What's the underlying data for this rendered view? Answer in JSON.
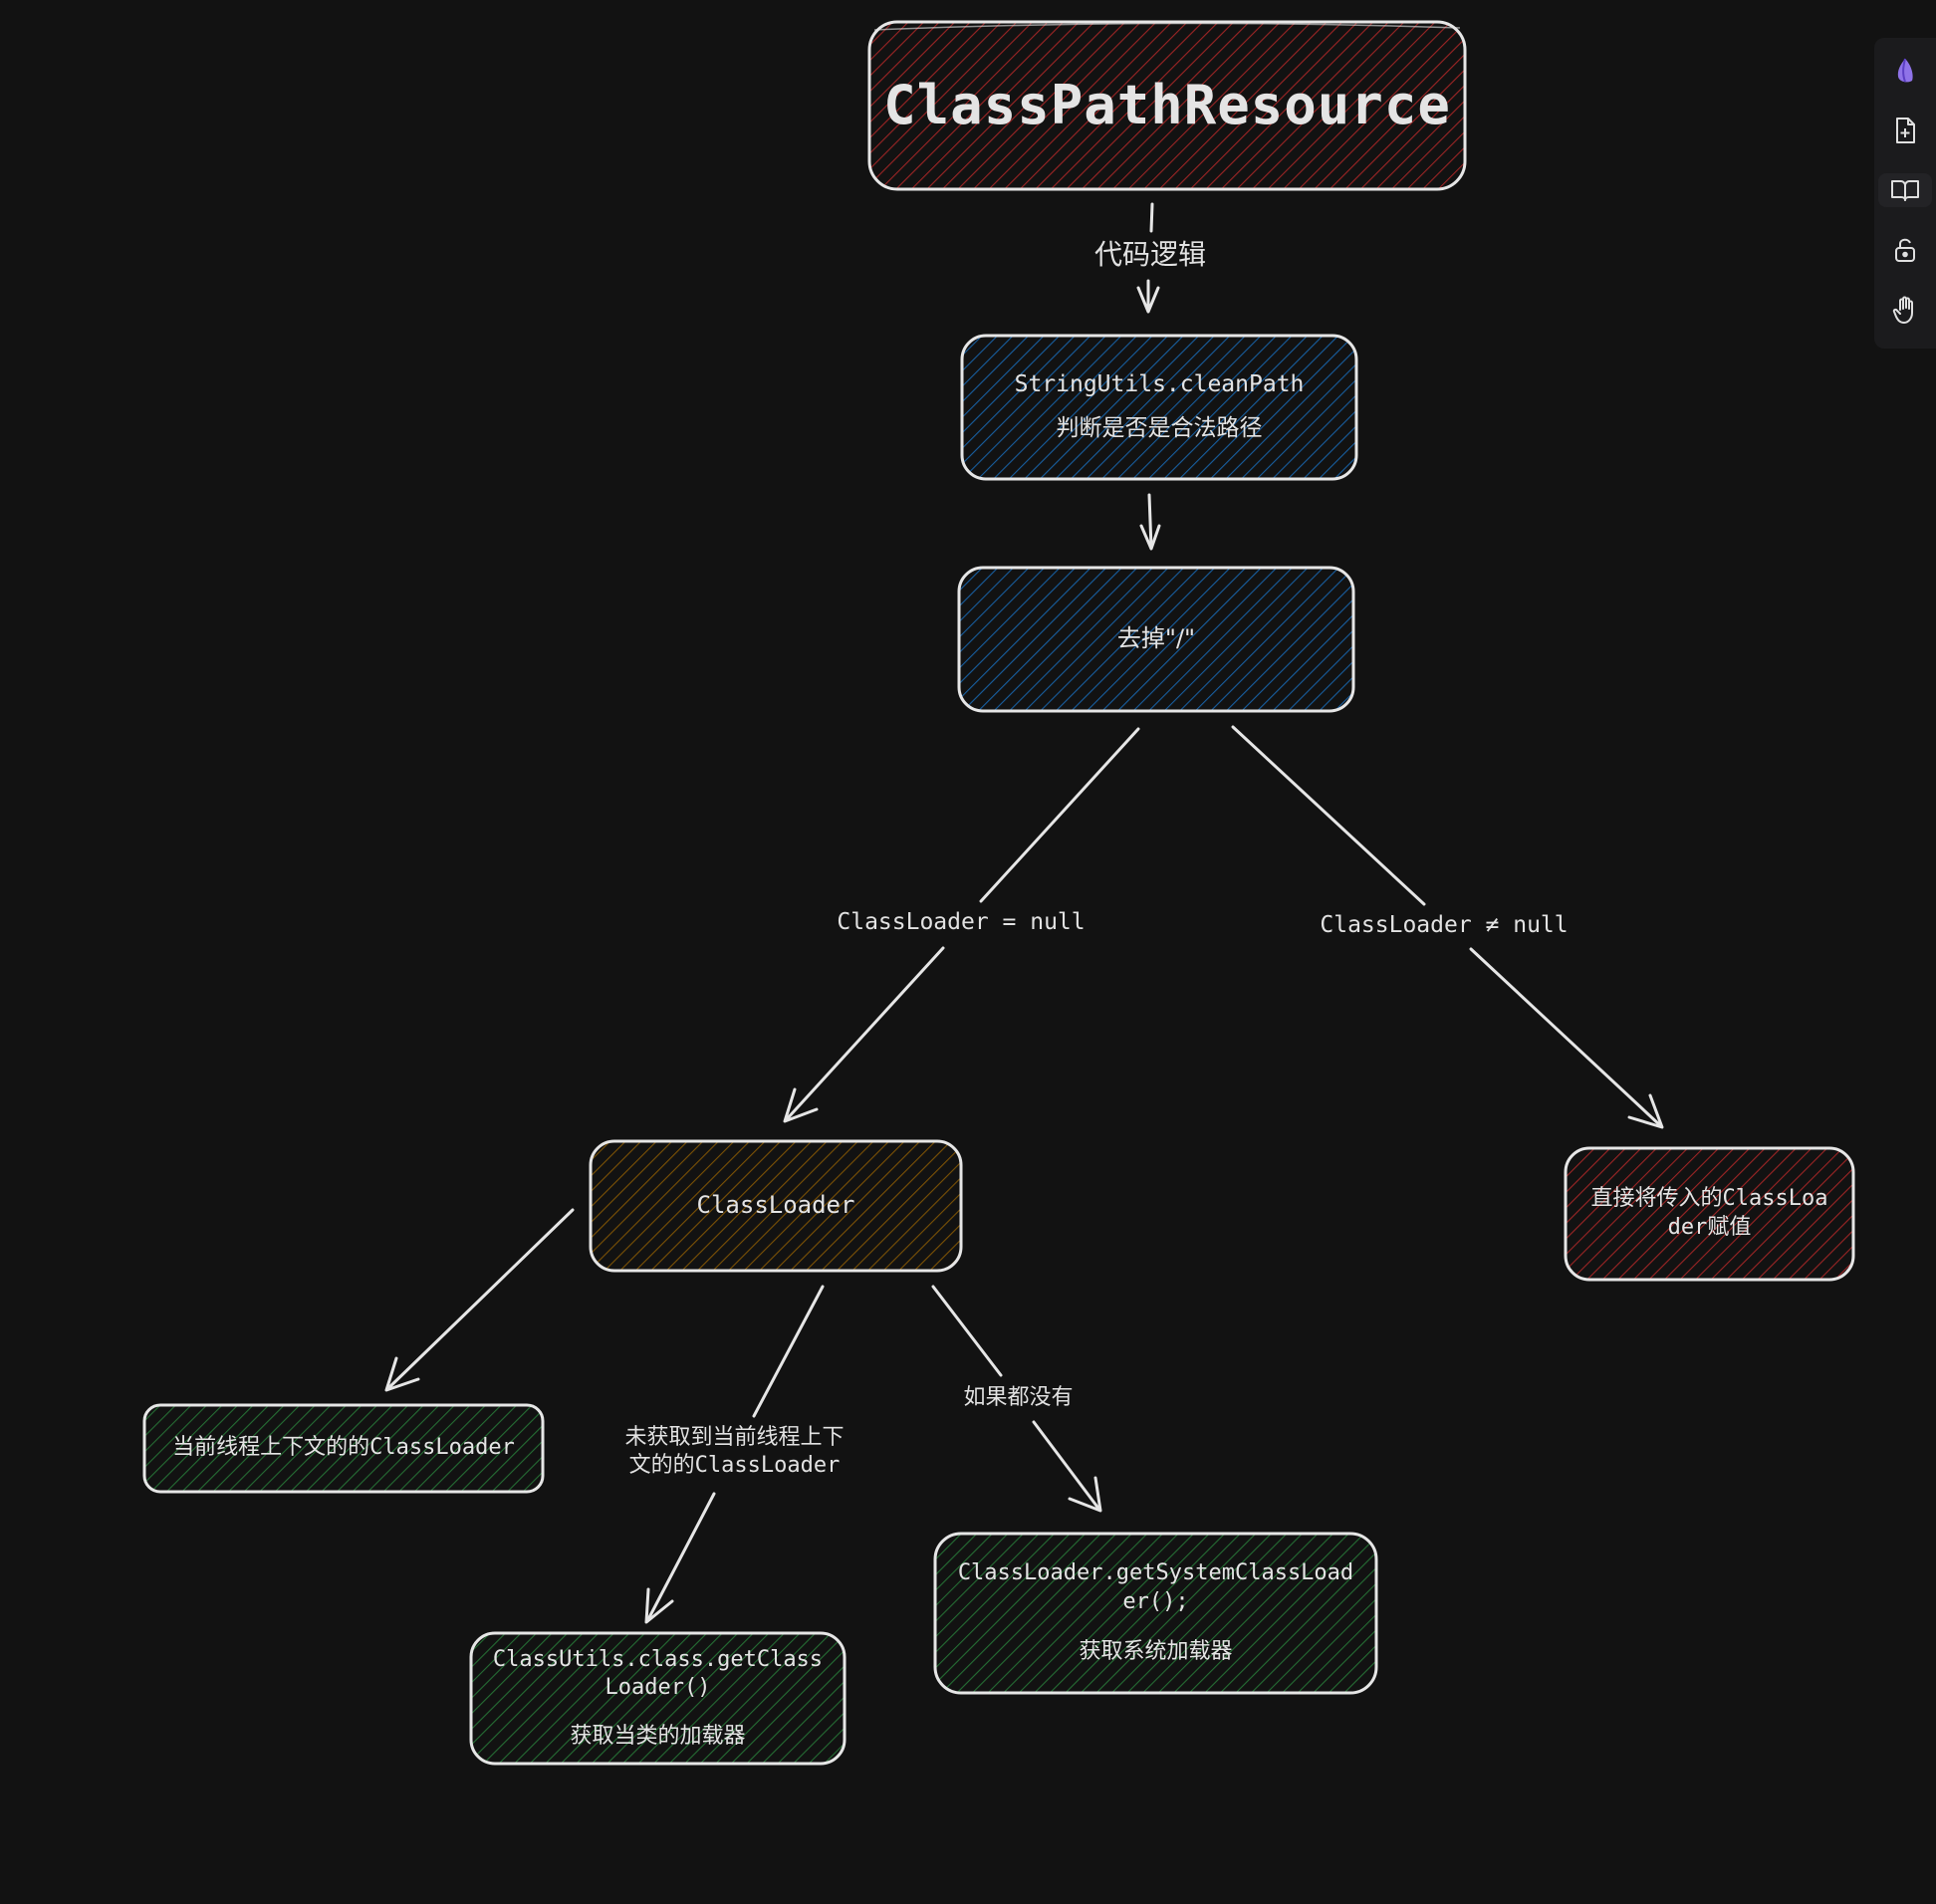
{
  "diagram": {
    "title": "ClassPathResource",
    "nodes": {
      "clean_path": {
        "line1": "StringUtils.cleanPath",
        "line2": "判断是否是合法路径"
      },
      "strip_slash": {
        "label": "去掉\"/\""
      },
      "classloader": {
        "label": "ClassLoader"
      },
      "assign_direct": {
        "line1": "直接将传入的ClassLoa",
        "line2": "der赋值"
      },
      "thread_context": {
        "label": "当前线程上下文的的ClassLoader"
      },
      "classutils": {
        "line1": "ClassUtils.class.getClass",
        "line2": "Loader()",
        "line3": "获取当类的加载器"
      },
      "system_loader": {
        "line1": "ClassLoader.getSystemClassLoad",
        "line2": "er();",
        "line3": "获取系统加载器"
      }
    },
    "edges": {
      "code_logic": "代码逻辑",
      "loader_null": "ClassLoader = null",
      "loader_not_null": "ClassLoader ≠ null",
      "not_obtained_line1": "未获取到当前线程上下",
      "not_obtained_line2": "文的的ClassLoader",
      "if_none": "如果都没有"
    },
    "colors": {
      "background": "#121212",
      "stroke": "#e6e6e6",
      "red_fill": "#c92a2a",
      "blue_fill": "#1971c2",
      "brown_fill": "#a86d00",
      "green_fill": "#2b8a3e"
    }
  },
  "toolbar": {
    "tools": [
      {
        "icon": "logo-icon"
      },
      {
        "icon": "new-file-icon"
      },
      {
        "icon": "library-book-icon"
      },
      {
        "icon": "unlock-icon"
      },
      {
        "icon": "hand-pan-icon"
      }
    ]
  }
}
